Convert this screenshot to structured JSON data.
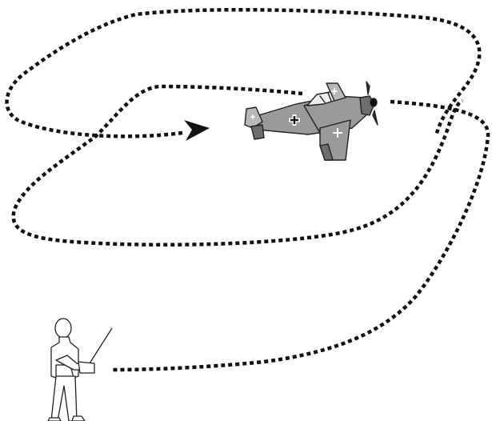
{
  "diagram": {
    "colors": {
      "flight_path": "#111111",
      "aircraft_body": "#9a9a9a",
      "aircraft_shadow": "#6e6e6e",
      "outline": "#222222",
      "background": "#ffffff"
    },
    "elements": [
      "flight-path-outer-loop",
      "flight-path-inner-loop",
      "direction-arrow",
      "aircraft",
      "pilot-with-transmitter"
    ]
  }
}
